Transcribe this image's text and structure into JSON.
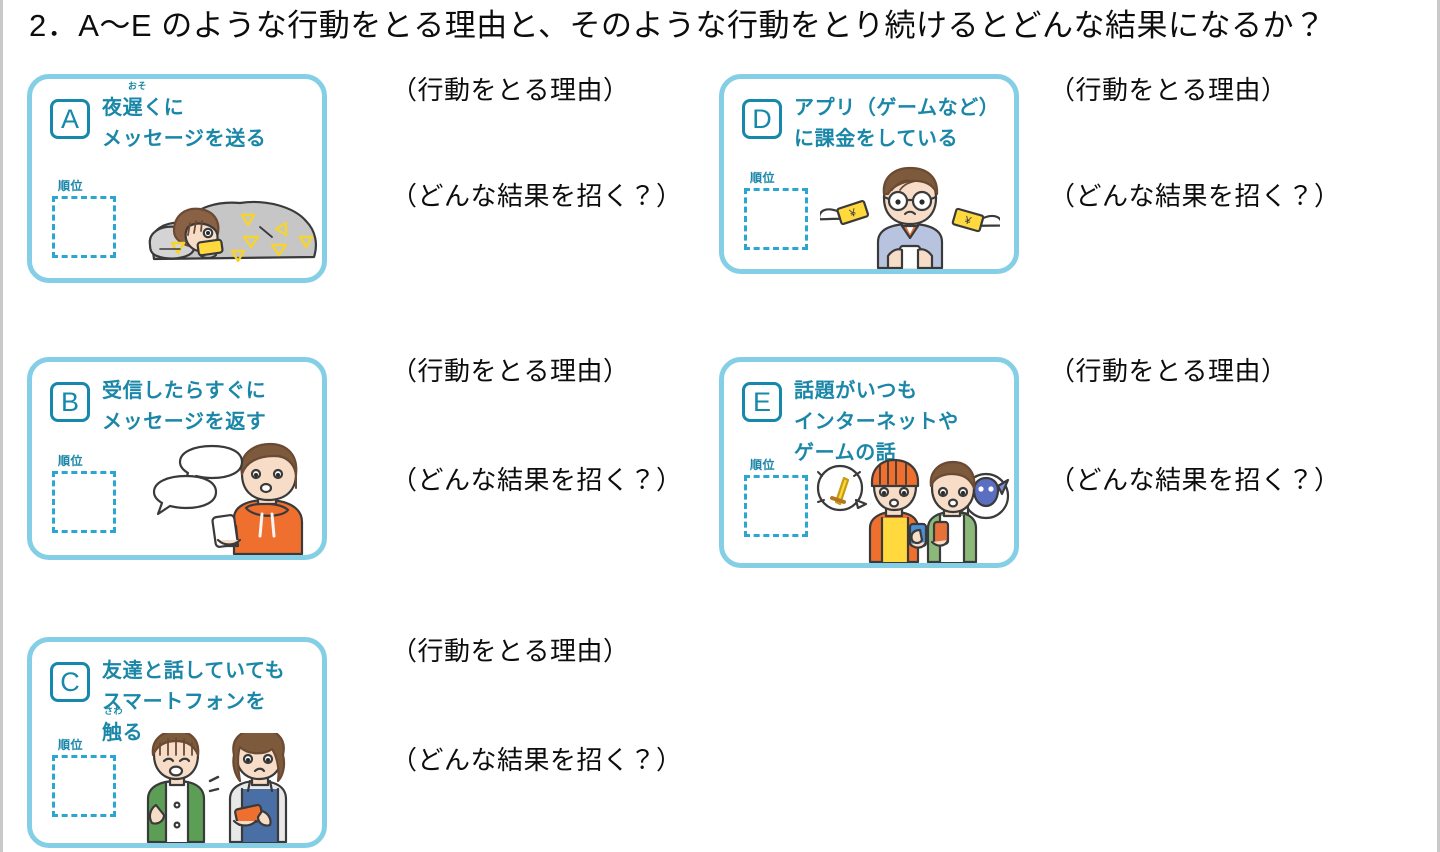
{
  "page": {
    "title": "2．A〜E のような行動をとる理由と、そのような行動をとり続けるとどんな結果になるか？",
    "rank_label": "順位",
    "border_color": "#c9c9c9",
    "card_border_color": "#85cfe6",
    "accent_color": "#1b87a8",
    "dash_color": "#2ba6d0"
  },
  "prompts": {
    "reason": "（行動をとる理由）",
    "result": "（どんな結果を招く？）"
  },
  "cards": [
    {
      "letter": "A",
      "lines": [
        "夜遅くに",
        "メッセージを送る"
      ],
      "ruby": "おそ",
      "rank_label": "順位",
      "illustration": "person-in-bed-with-phone-icon"
    },
    {
      "letter": "B",
      "lines": [
        "受信したらすぐに",
        "メッセージを返す"
      ],
      "ruby": "",
      "rank_label": "順位",
      "illustration": "person-replying-messages-icon"
    },
    {
      "letter": "C",
      "lines": [
        "友達と話していても",
        "スマートフォンを",
        "触る"
      ],
      "ruby": "さわ",
      "rank_label": "順位",
      "illustration": "two-friends-one-on-phone-icon"
    },
    {
      "letter": "D",
      "lines": [
        "アプリ（ゲームなど）",
        "に課金をしている"
      ],
      "ruby": "",
      "rank_label": "順位",
      "illustration": "money-with-wings-flying-away-icon"
    },
    {
      "letter": "E",
      "lines": [
        "話題がいつも",
        "インターネットや",
        "ゲームの話"
      ],
      "ruby": "",
      "rank_label": "順位",
      "illustration": "two-kids-talking-about-games-icon"
    }
  ]
}
